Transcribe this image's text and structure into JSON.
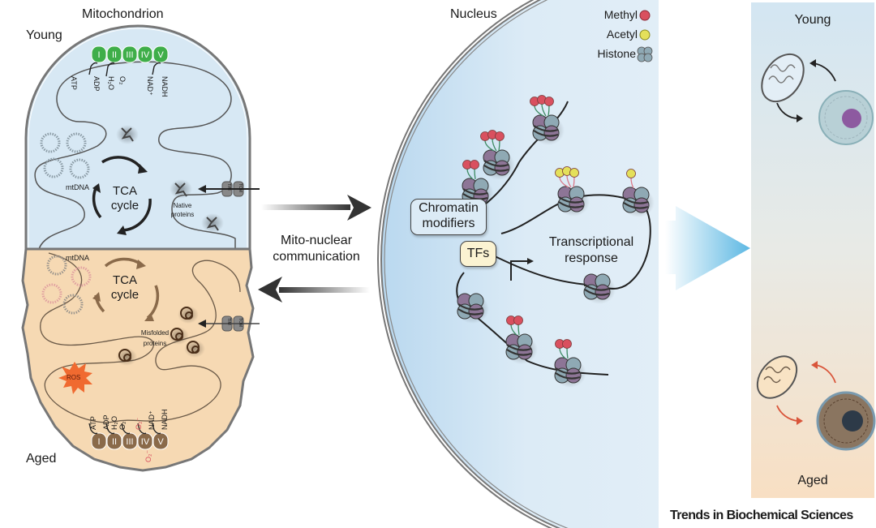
{
  "figure": {
    "credit": "Trends in Biochemical Sciences",
    "colors": {
      "young_fill": "#d7e8f4",
      "aged_fill": "#f6d9b3",
      "complex_young": "#3fae49",
      "complex_aged": "#8a6a4a",
      "methyl": "#d9505f",
      "acetyl": "#e4e05a",
      "histone_teal": "#8fa9b4",
      "histone_purple": "#8d7596",
      "nucleus_fill": "#dcebf6",
      "ros": "#f06a30",
      "aged_arrow": "#d9553a"
    }
  },
  "mitochondrion": {
    "title": "Mitochondrion",
    "young": {
      "label": "Young",
      "complexes": [
        "I",
        "II",
        "III",
        "IV",
        "V"
      ],
      "etc_labels": {
        "atp": "ATP",
        "adp": "ADP",
        "o2": "O₂",
        "h2o": "H₂O",
        "nadh": "NADH",
        "nad": "NAD⁺"
      },
      "mtdna_label": "mtDNA",
      "tca_line1": "TCA",
      "tca_line2": "cycle",
      "proteins_line1": "Native",
      "proteins_line2": "proteins",
      "tim": "TIM",
      "tom": "TOM"
    },
    "aged": {
      "label": "Aged",
      "complexes": [
        "I",
        "II",
        "III",
        "IV",
        "V"
      ],
      "etc_labels": {
        "atp": "ATP",
        "adp": "ADP",
        "o2": "O₂",
        "h2o": "H₂O",
        "nadh": "NADH",
        "nad": "NAD⁺",
        "superoxide": "O₂⁻",
        "superoxide_out": "O₂⁻"
      },
      "mtdna_label": "mtDNA",
      "tca_line1": "TCA",
      "tca_line2": "cycle",
      "proteins_line1": "Misfolded",
      "proteins_line2": "proteins",
      "ros_label": "ROS",
      "tim": "TIM",
      "tom": "TOM"
    }
  },
  "communication": {
    "line1": "Mito-nuclear",
    "line2": "communication"
  },
  "nucleus": {
    "title": "Nucleus",
    "legend": [
      {
        "label": "Methyl",
        "icon": "methyl-dot"
      },
      {
        "label": "Acetyl",
        "icon": "acetyl-dot"
      },
      {
        "label": "Histone",
        "icon": "histone"
      }
    ],
    "chromatin_modifiers_line1": "Chromatin",
    "chromatin_modifiers_line2": "modifiers",
    "tfs": "TFs",
    "response_line1": "Transcriptional",
    "response_line2": "response"
  },
  "cell_panel": {
    "young_label": "Young",
    "aged_label": "Aged"
  }
}
